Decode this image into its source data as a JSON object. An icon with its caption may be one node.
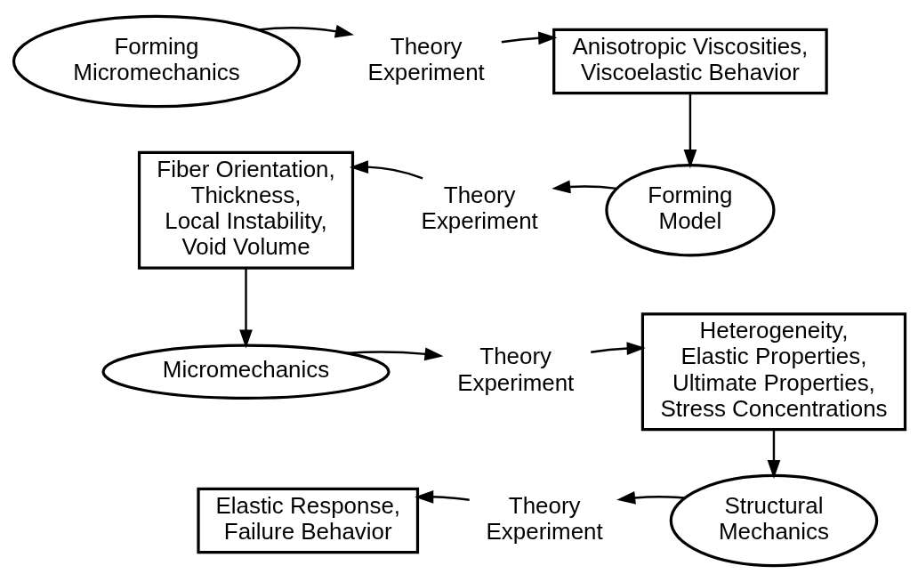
{
  "diagram": {
    "nodes": [
      {
        "text": [
          "Forming Micromechanics"
        ]
      },
      {
        "text": [
          "Theory Experiment"
        ]
      },
      {
        "text": [
          "Anisotropic Viscosities, Viscoelastic Behavior"
        ]
      },
      {
        "text": [
          "Forming Model"
        ]
      },
      {
        "text": [
          "Theory Experiment"
        ]
      },
      {
        "text": [
          "Fiber Orientation, Thickness, Local Instability, Void Volume"
        ]
      },
      {
        "text": [
          "Micromechanics"
        ]
      },
      {
        "text": [
          "Theory Experiment"
        ]
      },
      {
        "text": [
          "Heterogeneity, Elastic Properties, Ultimate Properties, Stress Concentrations"
        ]
      },
      {
        "text": [
          "Structural Mechanics"
        ]
      },
      {
        "text": [
          "Theory Experiment"
        ]
      },
      {
        "text": [
          "Elastic Response, Failure Behavior"
        ]
      }
    ],
    "edges": [
      {
        "from": 0,
        "to": 1,
        "arrow": "to"
      },
      {
        "from": 1,
        "to": 2,
        "arrow": "to"
      },
      {
        "from": 2,
        "to": 3,
        "arrow": "to"
      },
      {
        "from": 3,
        "to": 4,
        "arrow": "to"
      },
      {
        "from": 4,
        "to": 5,
        "arrow": "to"
      },
      {
        "from": 5,
        "to": 6,
        "arrow": "to"
      },
      {
        "from": 6,
        "to": 7,
        "arrow": "to"
      },
      {
        "from": 7,
        "to": 8,
        "arrow": "to"
      },
      {
        "from": 8,
        "to": 9,
        "arrow": "to"
      },
      {
        "from": 9,
        "to": 10,
        "arrow": "to"
      },
      {
        "from": 10,
        "to": 11,
        "arrow": "to"
      }
    ]
  }
}
